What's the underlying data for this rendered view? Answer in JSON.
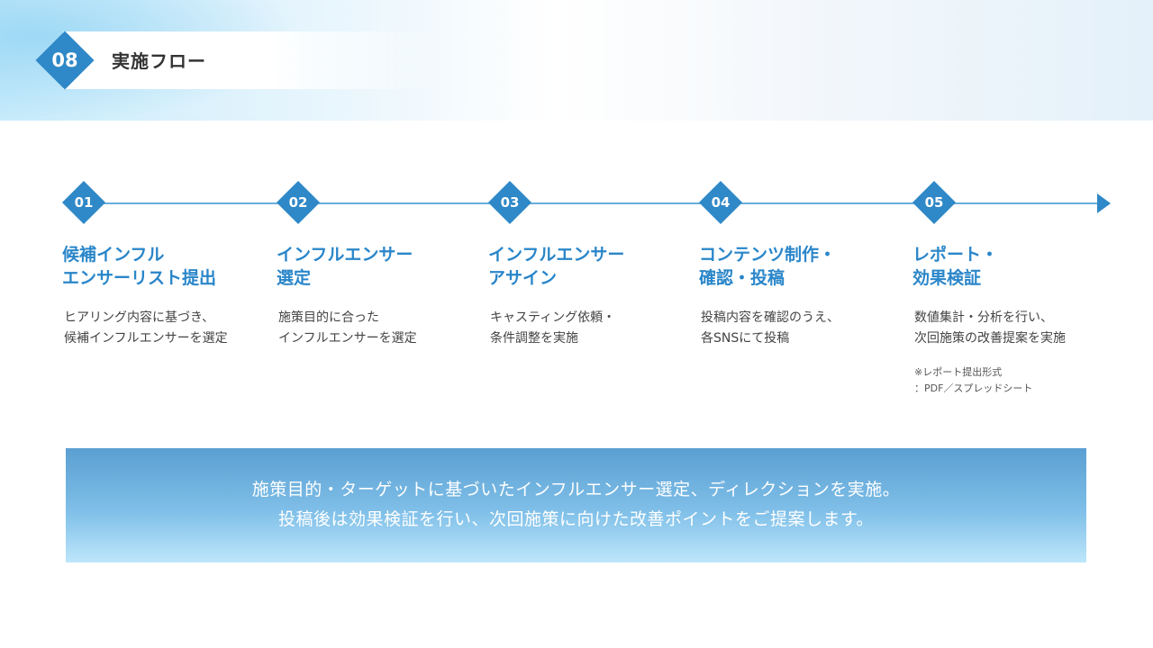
{
  "header": {
    "page_number": "08",
    "title": "実施フロー"
  },
  "steps": [
    {
      "number": "01",
      "title_lines": [
        "候補インフル",
        "エンサーリスト提出"
      ],
      "desc_lines": [
        "ヒアリング内容に基づき、",
        "候補インフルエンサーを選定"
      ],
      "note_lines": []
    },
    {
      "number": "02",
      "title_lines": [
        "インフルエンサー",
        "選定"
      ],
      "desc_lines": [
        "施策目的に合った",
        "インフルエンサーを選定"
      ],
      "note_lines": []
    },
    {
      "number": "03",
      "title_lines": [
        "インフルエンサー",
        "アサイン"
      ],
      "desc_lines": [
        "キャスティング依頼・",
        "条件調整を実施"
      ],
      "note_lines": []
    },
    {
      "number": "04",
      "title_lines": [
        "コンテンツ制作・",
        "確認・投稿"
      ],
      "desc_lines": [
        "投稿内容を確認のうえ、",
        "各SNSにて投稿"
      ],
      "note_lines": []
    },
    {
      "number": "05",
      "title_lines": [
        "レポート・",
        "効果検証"
      ],
      "desc_lines": [
        "数値集計・分析を行い、",
        "次回施策の改善提案を実施"
      ],
      "note_lines": [
        "※レポート提出形式",
        "：PDF／スプレッドシート"
      ]
    }
  ],
  "summary": {
    "lines": [
      "施策目的・ターゲットに基づいたインフルエンサー選定、ディレクションを実施。",
      "投稿後は効果検証を行い、次回施策に向けた改善ポイントをご提案します。"
    ]
  },
  "colors": {
    "accent": "#2f88c7",
    "title_text": "#2a86c9",
    "timeline": "#67aedb"
  }
}
